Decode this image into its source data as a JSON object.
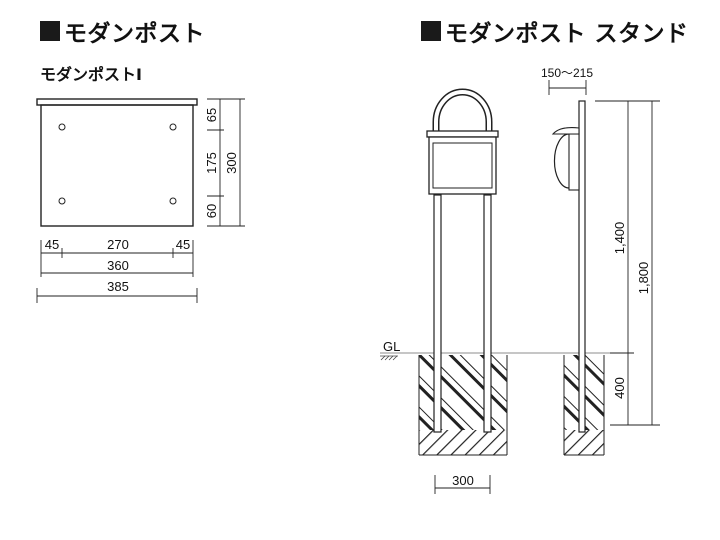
{
  "headings": {
    "left": "モダンポスト",
    "right": "モダンポスト スタンド"
  },
  "subtitle": "モダンポストⅠ",
  "front_view": {
    "dims_vertical": [
      "65",
      "175",
      "60"
    ],
    "dim_total_height": "300",
    "dims_horizontal": [
      "45",
      "270",
      "45"
    ],
    "dim_width_body": "360",
    "dim_width_total": "385"
  },
  "stand_view": {
    "ground_label": "GL",
    "dim_offset": "150〜215",
    "dim_above_ground": "1,400",
    "dim_total": "1,800",
    "dim_buried": "400",
    "dim_foundation_width": "300"
  }
}
